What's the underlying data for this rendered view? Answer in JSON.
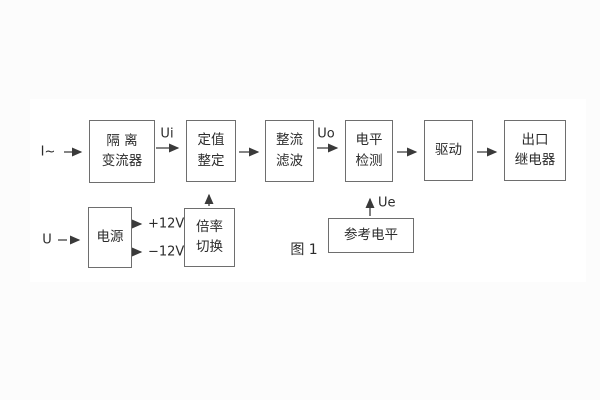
{
  "figure": {
    "caption": "图 1"
  },
  "diagram": {
    "blocks": [
      {
        "id": "isolation-transformer",
        "lines": [
          "隔 离",
          "变流器"
        ]
      },
      {
        "id": "setting-adjust",
        "lines": [
          "定值",
          "整定"
        ]
      },
      {
        "id": "rectify-filter",
        "lines": [
          "整流",
          "滤波"
        ]
      },
      {
        "id": "level-detect",
        "lines": [
          "电平",
          "检测"
        ]
      },
      {
        "id": "driver",
        "lines": [
          "驱动"
        ]
      },
      {
        "id": "output-relay",
        "lines": [
          "出口",
          "继电器"
        ]
      },
      {
        "id": "power-supply",
        "lines": [
          "电源"
        ]
      },
      {
        "id": "ratio-switch",
        "lines": [
          "倍率",
          "切换"
        ]
      },
      {
        "id": "reference-level",
        "lines": [
          "参考电平"
        ]
      }
    ],
    "signals": {
      "input_current": "I~",
      "ui": "Ui",
      "uo": "Uo",
      "input_voltage": "U",
      "ue": "Ue",
      "plus12": "+12V",
      "minus12": "−12V"
    },
    "colors": {
      "line": "#3a3a3a",
      "box_border": "#6e6e6e",
      "text": "#2b2b2b",
      "page_background": "#fcfcfc",
      "card_background": "#ffffff"
    }
  }
}
